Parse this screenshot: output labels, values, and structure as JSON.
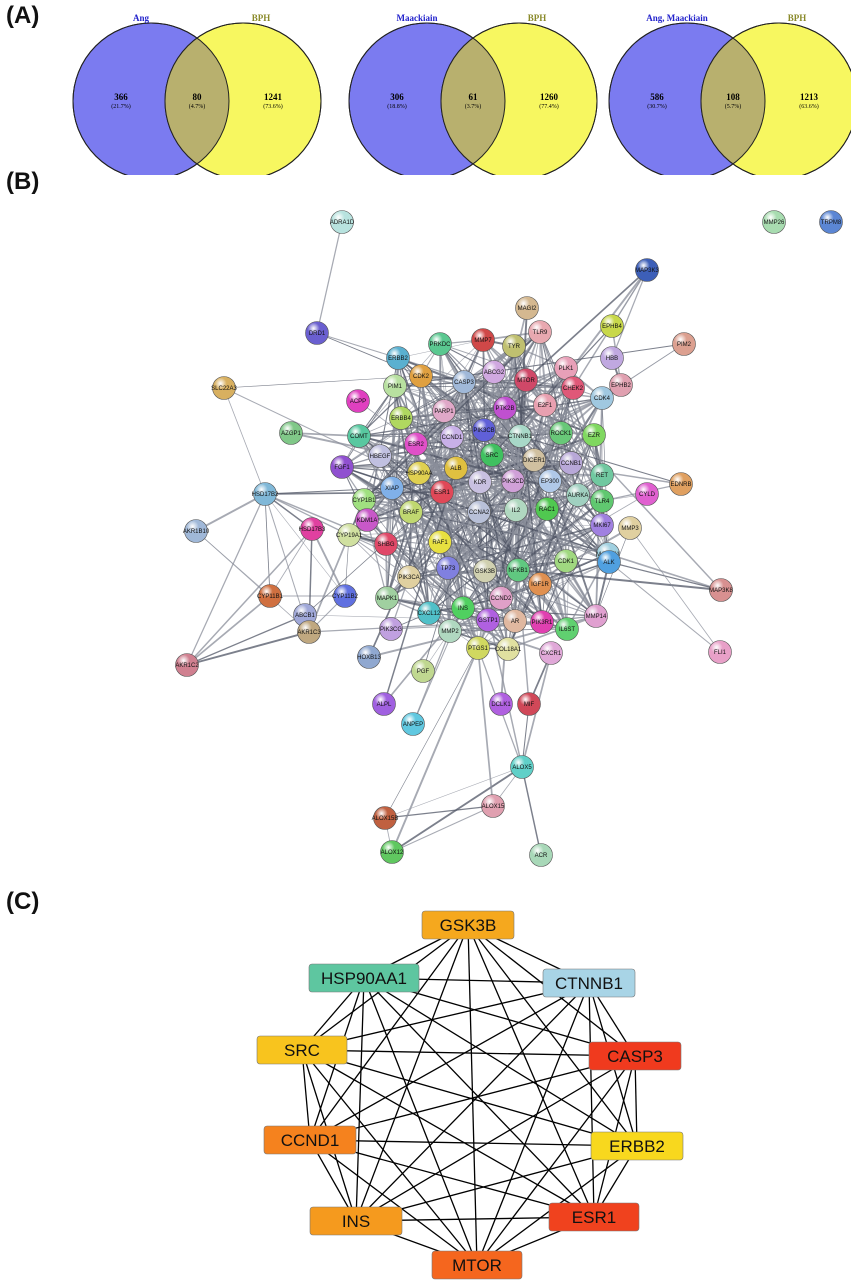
{
  "panels": {
    "a": "(A)",
    "b": "(B)",
    "c": "(C)"
  },
  "venn": [
    {
      "left_label": "Ang",
      "right_label": "BPH",
      "left_count": "366",
      "left_pct": "(21.7%)",
      "mid_count": "80",
      "mid_pct": "(4.7%)",
      "right_count": "1241",
      "right_pct": "(73.6%)"
    },
    {
      "left_label": "Maackiain",
      "right_label": "BPH",
      "left_count": "306",
      "left_pct": "(18.8%)",
      "mid_count": "61",
      "mid_pct": "(3.7%)",
      "right_count": "1260",
      "right_pct": "(77.4%)"
    },
    {
      "left_label": "Ang, Maackiain",
      "right_label": "BPH",
      "left_count": "586",
      "left_pct": "(30.7%)",
      "mid_count": "108",
      "mid_pct": "(5.7%)",
      "right_count": "1213",
      "right_pct": "(63.6%)"
    }
  ],
  "colors": {
    "venn_left": "#7b7bf0",
    "venn_right": "#f7f760",
    "venn_overlap": "#b8b06e",
    "venn_left_label": "#2222cc",
    "venn_right_label": "#8a8a2a"
  },
  "network_nodes": [
    {
      "label": "ADRA1D",
      "c": "#b8e3df"
    },
    {
      "label": "MMP26",
      "c": "#a8dcb0"
    },
    {
      "label": "TRPM8",
      "c": "#5b86d4"
    },
    {
      "label": "MAP3K3",
      "c": "#3d5fb8"
    },
    {
      "label": "MAGI2",
      "c": "#d4b890"
    },
    {
      "label": "EPHB4",
      "c": "#c8d84a"
    },
    {
      "label": "PIM2",
      "c": "#dca090"
    },
    {
      "label": "DRD1",
      "c": "#6a5fd0"
    },
    {
      "label": "TLR9",
      "c": "#e8a8b0"
    },
    {
      "label": "TYR",
      "c": "#c0c070"
    },
    {
      "label": "MMP7",
      "c": "#d04848"
    },
    {
      "label": "PRKDC",
      "c": "#5ac890"
    },
    {
      "label": "ERBB2",
      "c": "#5ab0d0"
    },
    {
      "label": "CDK2",
      "c": "#e0a040"
    },
    {
      "label": "CASP3",
      "c": "#a0b8d8"
    },
    {
      "label": "ABCG2",
      "c": "#d0a8e0"
    },
    {
      "label": "MTOR",
      "c": "#d04868"
    },
    {
      "label": "PLK1",
      "c": "#e8a0b8"
    },
    {
      "label": "HBB",
      "c": "#c0a8e0"
    },
    {
      "label": "EPHB2",
      "c": "#e0a0b0"
    },
    {
      "label": "SLC22A3",
      "c": "#d8b060"
    },
    {
      "label": "PIM1",
      "c": "#b8e0a0"
    },
    {
      "label": "ACPP",
      "c": "#e040c0"
    },
    {
      "label": "ERBB4",
      "c": "#b0d860"
    },
    {
      "label": "PARP1",
      "c": "#e0a8c8"
    },
    {
      "label": "PTK2B",
      "c": "#c050d0"
    },
    {
      "label": "E2F1",
      "c": "#e8a0b0"
    },
    {
      "label": "CHEK2",
      "c": "#e05878"
    },
    {
      "label": "CDK4",
      "c": "#a0c8e0"
    },
    {
      "label": "AZGP1",
      "c": "#80c888"
    },
    {
      "label": "COMT",
      "c": "#58c8a0"
    },
    {
      "label": "ESR2",
      "c": "#e050c8"
    },
    {
      "label": "CCND1",
      "c": "#c8b0e8"
    },
    {
      "label": "PIK3CB",
      "c": "#6060d8"
    },
    {
      "label": "CTNNB1",
      "c": "#a8d8c8"
    },
    {
      "label": "ROCK1",
      "c": "#68c878"
    },
    {
      "label": "EZR",
      "c": "#80d860"
    },
    {
      "label": "HBEGF",
      "c": "#c0c0e0"
    },
    {
      "label": "FGF1",
      "c": "#9050d0"
    },
    {
      "label": "HSP90AA",
      "c": "#e0d050"
    },
    {
      "label": "ALB",
      "c": "#e0c040"
    },
    {
      "label": "SRC",
      "c": "#40c060"
    },
    {
      "label": "DICER1",
      "c": "#d0c0a0"
    },
    {
      "label": "CCNB1",
      "c": "#b8a8d8"
    },
    {
      "label": "RET",
      "c": "#70c8a0"
    },
    {
      "label": "HSD17B2",
      "c": "#80b8d8"
    },
    {
      "label": "XIAP",
      "c": "#80b0e8"
    },
    {
      "label": "KDR",
      "c": "#c8c0e0"
    },
    {
      "label": "PIK3CD",
      "c": "#d0a0d8"
    },
    {
      "label": "EP300",
      "c": "#b0c8e8"
    },
    {
      "label": "AURKA",
      "c": "#a0d0c0"
    },
    {
      "label": "TLR4",
      "c": "#60c870"
    },
    {
      "label": "CYLD",
      "c": "#e060d0"
    },
    {
      "label": "EDNRB",
      "c": "#e0a060"
    },
    {
      "label": "CYP1B1",
      "c": "#a0e080"
    },
    {
      "label": "KDM1A",
      "c": "#c858c8"
    },
    {
      "label": "ESR1",
      "c": "#e04858"
    },
    {
      "label": "BRAF",
      "c": "#c0d870"
    },
    {
      "label": "CCNA2",
      "c": "#b8c0d8"
    },
    {
      "label": "IL2",
      "c": "#b0d8c0"
    },
    {
      "label": "RAC1",
      "c": "#50c850"
    },
    {
      "label": "MKI67",
      "c": "#a080e0"
    },
    {
      "label": "MAP2K1",
      "c": "#a0d0e0"
    },
    {
      "label": "MMP3",
      "c": "#e0d0a0"
    },
    {
      "label": "AKR1B10",
      "c": "#a0b8d8"
    },
    {
      "label": "HSD17B3",
      "c": "#e040a0"
    },
    {
      "label": "CYP19A1",
      "c": "#d0e0a0"
    },
    {
      "label": "SHBG",
      "c": "#e04868"
    },
    {
      "label": "RAF1",
      "c": "#e8e040"
    },
    {
      "label": "TP73",
      "c": "#8080e0"
    },
    {
      "label": "GSK3B",
      "c": "#d0d0b0"
    },
    {
      "label": "NFKB1",
      "c": "#60c880"
    },
    {
      "label": "IGF1R",
      "c": "#e09050"
    },
    {
      "label": "CDK1",
      "c": "#a0d880"
    },
    {
      "label": "ALK",
      "c": "#50a0e0"
    },
    {
      "label": "CYP11B1",
      "c": "#d07040"
    },
    {
      "label": "CYP11B2",
      "c": "#6070e0"
    },
    {
      "label": "PIK3CA",
      "c": "#e0d0a0"
    },
    {
      "label": "MAPK1",
      "c": "#a0d0a0"
    },
    {
      "label": "INS",
      "c": "#50d060"
    },
    {
      "label": "CCND2",
      "c": "#e0a0c8"
    },
    {
      "label": "MAP3K8",
      "c": "#d89090"
    },
    {
      "label": "ABCB1",
      "c": "#a0a8d8"
    },
    {
      "label": "CXCL12",
      "c": "#50c0c8"
    },
    {
      "label": "GSTP1",
      "c": "#b060e0"
    },
    {
      "label": "AR",
      "c": "#e0b8a0"
    },
    {
      "label": "PIK3R1",
      "c": "#e040b0"
    },
    {
      "label": "MMP14",
      "c": "#e0a0d0"
    },
    {
      "label": "IL6ST",
      "c": "#60d070"
    },
    {
      "label": "PIK3CG",
      "c": "#c0a0e0"
    },
    {
      "label": "MMP2",
      "c": "#b0d8c0"
    },
    {
      "label": "AKR1C3",
      "c": "#c0a880"
    },
    {
      "label": "HOXB13",
      "c": "#90a8d0"
    },
    {
      "label": "PTGS1",
      "c": "#d0d860"
    },
    {
      "label": "COL18A1",
      "c": "#e0e0a0"
    },
    {
      "label": "CXCR1",
      "c": "#e0a8d8"
    },
    {
      "label": "FLI1",
      "c": "#e8a0c8"
    },
    {
      "label": "AKR1C2",
      "c": "#d08090"
    },
    {
      "label": "PGF",
      "c": "#c0d890"
    },
    {
      "label": "ALPL",
      "c": "#a060e0"
    },
    {
      "label": "ANPEP",
      "c": "#60c8e0"
    },
    {
      "label": "DCLK1",
      "c": "#b060e0"
    },
    {
      "label": "MIF",
      "c": "#d04858"
    },
    {
      "label": "ALOX5",
      "c": "#60d0c8"
    },
    {
      "label": "ALOX15B",
      "c": "#c06040"
    },
    {
      "label": "ALOX15",
      "c": "#e0a0b0"
    },
    {
      "label": "ALOX12",
      "c": "#60c860"
    },
    {
      "label": "ACR",
      "c": "#a8d8b8"
    }
  ],
  "hub_nodes": [
    {
      "label": "GSK3B",
      "c": "#f5a81e"
    },
    {
      "label": "CTNNB1",
      "c": "#a8d4e6"
    },
    {
      "label": "CASP3",
      "c": "#f03a1e"
    },
    {
      "label": "ERBB2",
      "c": "#f8d81e"
    },
    {
      "label": "ESR1",
      "c": "#f0421e"
    },
    {
      "label": "MTOR",
      "c": "#f5661e"
    },
    {
      "label": "INS",
      "c": "#f59a1e"
    },
    {
      "label": "CCND1",
      "c": "#f5821e"
    },
    {
      "label": "SRC",
      "c": "#f8c41e"
    },
    {
      "label": "HSP90AA1",
      "c": "#5ec6a0"
    }
  ]
}
